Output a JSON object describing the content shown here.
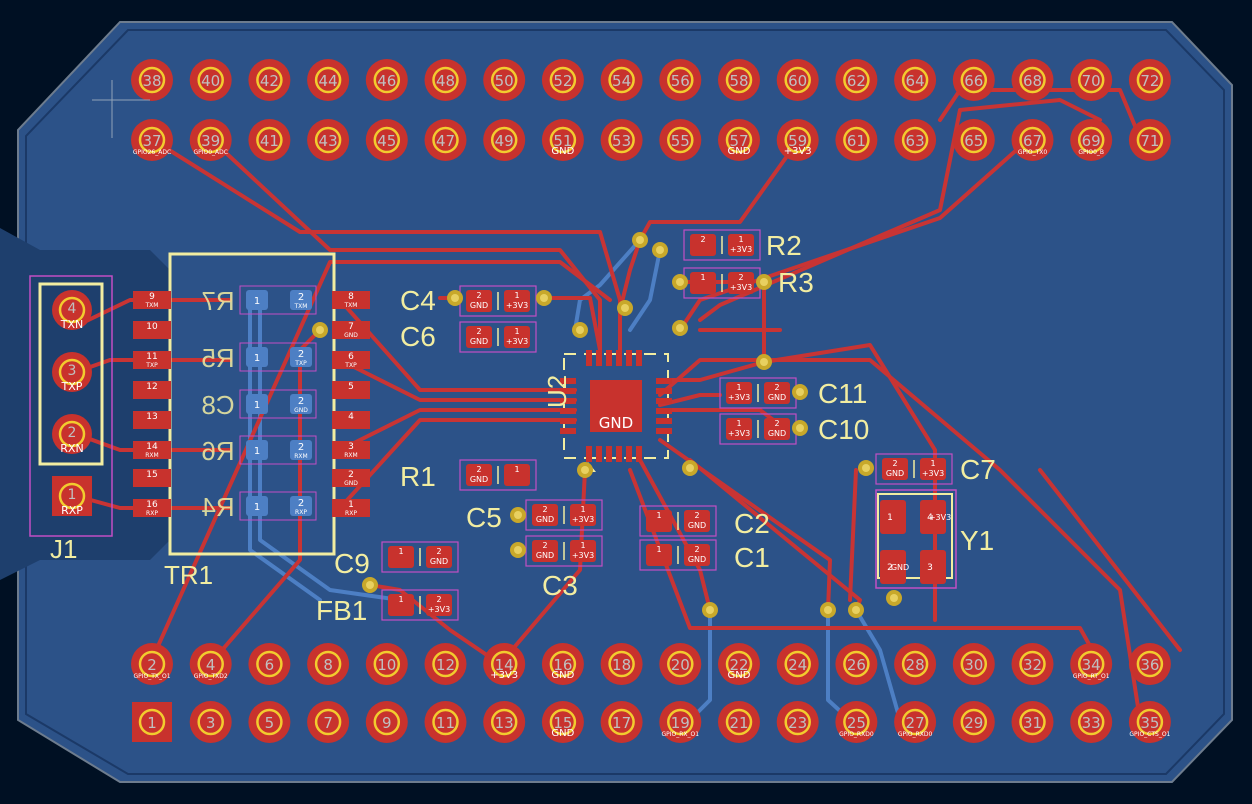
{
  "colors": {
    "background": "#001023",
    "copper_pour": "#2c5288",
    "pad": "#c8322d",
    "hole": "#f2cc2e",
    "front_track": "#c83434",
    "back_track": "#4d7fc4",
    "silkscreen": "#f2eda1",
    "courtyard": "#c24fc4",
    "back_pad": "#4d7fc4"
  },
  "header_top": {
    "even_pins": [
      "38",
      "40",
      "42",
      "44",
      "46",
      "48",
      "50",
      "52",
      "54",
      "56",
      "58",
      "60",
      "62",
      "64",
      "66",
      "68",
      "70",
      "72"
    ],
    "odd_pins": [
      "37",
      "39",
      "41",
      "43",
      "45",
      "47",
      "49",
      "51",
      "53",
      "55",
      "57",
      "59",
      "61",
      "63",
      "65",
      "67",
      "69",
      "71"
    ],
    "net_labels": [
      {
        "pin": "37",
        "text": "GPIO26_ADC"
      },
      {
        "pin": "39",
        "text": "GPIO0_ADC"
      },
      {
        "pin": "51",
        "text": "GND"
      },
      {
        "pin": "57",
        "text": "GND"
      },
      {
        "pin": "59",
        "text": "+3V3"
      },
      {
        "pin": "67",
        "text": "GPIO_TX0"
      },
      {
        "pin": "69",
        "text": "GPIO0_B"
      }
    ]
  },
  "header_bottom": {
    "even_pins": [
      "2",
      "4",
      "6",
      "8",
      "10",
      "12",
      "14",
      "16",
      "18",
      "20",
      "22",
      "24",
      "26",
      "28",
      "30",
      "32",
      "34",
      "36"
    ],
    "odd_pins": [
      "1",
      "3",
      "5",
      "7",
      "9",
      "11",
      "13",
      "15",
      "17",
      "19",
      "21",
      "23",
      "25",
      "27",
      "29",
      "31",
      "33",
      "35"
    ],
    "net_labels": [
      {
        "pin": "2",
        "text": "GPIO_TX_O1"
      },
      {
        "pin": "4",
        "text": "GPIO_TXD2"
      },
      {
        "pin": "14",
        "text": "+3V3"
      },
      {
        "pin": "16",
        "text": "GND"
      },
      {
        "pin": "22",
        "text": "GND"
      },
      {
        "pin": "15",
        "text": "GND"
      },
      {
        "pin": "19",
        "text": "GPIO_RX_O1"
      },
      {
        "pin": "25",
        "text": "GPIO_RXD0"
      },
      {
        "pin": "27",
        "text": "GPIO_RXD0"
      },
      {
        "pin": "34",
        "text": "GPIO_RT_O1"
      },
      {
        "pin": "35",
        "text": "GPIO_CTS_O1"
      }
    ]
  },
  "connector": {
    "ref": "J1",
    "pins": [
      {
        "num": "4",
        "net": "TXN"
      },
      {
        "num": "3",
        "net": "TXP"
      },
      {
        "num": "2",
        "net": "RXN"
      },
      {
        "num": "1",
        "net": "RXP"
      }
    ]
  },
  "transformer": {
    "ref": "TR1",
    "left_pins": [
      "9",
      "10",
      "11",
      "12",
      "13",
      "14",
      "15",
      "16"
    ],
    "left_nets": [
      "TXM",
      "",
      "TXP",
      "",
      "",
      "RXM",
      "",
      "RXP"
    ],
    "right_pins": [
      "8",
      "7",
      "6",
      "5",
      "4",
      "3",
      "2",
      "1"
    ],
    "right_nets": [
      "TXM",
      "GND",
      "TXP",
      "",
      "",
      "RXM",
      "GND",
      "RXP"
    ]
  },
  "back_side_refs": [
    "R7",
    "R5",
    "C8",
    "R6",
    "R4"
  ],
  "back_side_pads": [
    {
      "a": "1",
      "b": "2",
      "net": "TXM"
    },
    {
      "a": "1",
      "b": "2",
      "net": "TXP"
    },
    {
      "a": "1",
      "b": "2",
      "net": "GND"
    },
    {
      "a": "1",
      "b": "2",
      "net": "RXM"
    },
    {
      "a": "1",
      "b": "2",
      "net": "RXP"
    }
  ],
  "ic": {
    "ref": "U2",
    "center_net": "GND"
  },
  "parts": [
    {
      "ref": "R2",
      "pad1": "+3V3",
      "pad2": ""
    },
    {
      "ref": "R3",
      "pad1": "",
      "pad2": "+3V3"
    },
    {
      "ref": "C4",
      "pad1": "+3V3",
      "pad2": "GND"
    },
    {
      "ref": "C6",
      "pad1": "+3V3",
      "pad2": "GND"
    },
    {
      "ref": "C11",
      "pad1": "+3V3",
      "pad2": "GND"
    },
    {
      "ref": "C10",
      "pad1": "+3V3",
      "pad2": "GND"
    },
    {
      "ref": "R1",
      "pad1": "",
      "pad2": "GND"
    },
    {
      "ref": "C5",
      "pad1": "+3V3",
      "pad2": "GND"
    },
    {
      "ref": "C3",
      "pad1": "+3V3",
      "pad2": "GND"
    },
    {
      "ref": "C2",
      "pad1": "",
      "pad2": "GND"
    },
    {
      "ref": "C1",
      "pad1": "",
      "pad2": "GND"
    },
    {
      "ref": "C7",
      "pad1": "+3V3",
      "pad2": "GND"
    },
    {
      "ref": "C9",
      "pad1": "",
      "pad2": "GND"
    },
    {
      "ref": "FB1",
      "pad1": "",
      "pad2": "+3V3"
    }
  ],
  "crystal": {
    "ref": "Y1",
    "pins": [
      {
        "num": "1",
        "net": ""
      },
      {
        "num": "2",
        "net": "GND"
      },
      {
        "num": "3",
        "net": ""
      },
      {
        "num": "4",
        "net": "+3V3"
      }
    ]
  }
}
